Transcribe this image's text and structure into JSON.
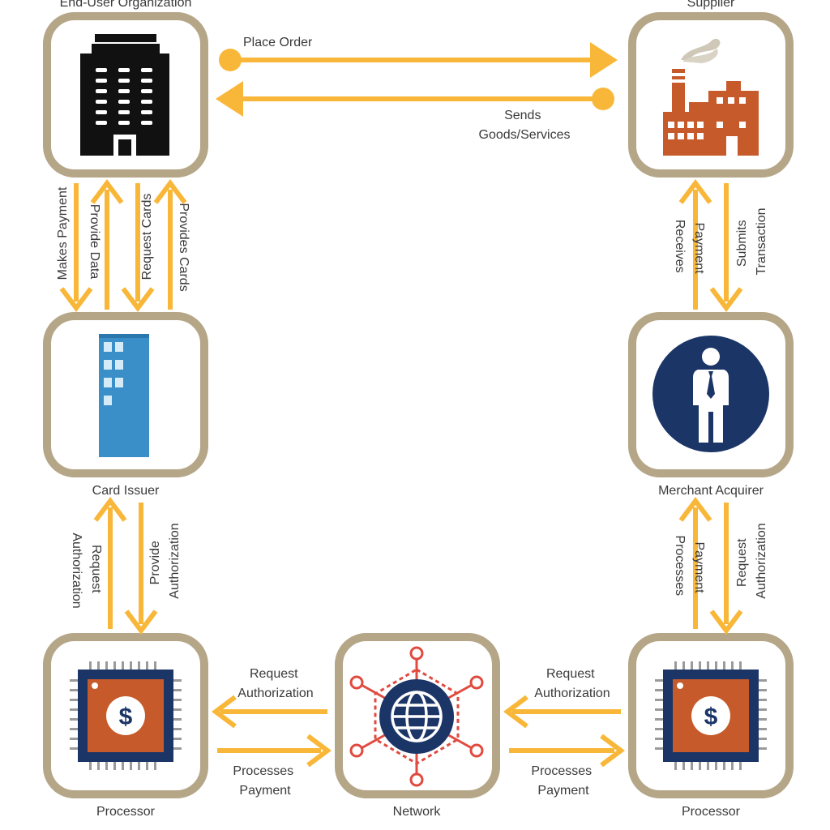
{
  "colors": {
    "frame": "#b5a688",
    "arrow": "#f9b739",
    "navy": "#1b3567",
    "blue": "#3b8fc8",
    "orange": "#c65a2a",
    "red": "#e04a3f",
    "black": "#111111"
  },
  "nodes": {
    "end_user": {
      "label": "End-User Organization",
      "icon": "office-building-icon"
    },
    "supplier": {
      "label": "Supplier",
      "icon": "factory-icon"
    },
    "card_issuer": {
      "label": "Card Issuer",
      "icon": "card-icon"
    },
    "merchant_acquirer": {
      "label": "Merchant Acquirer",
      "icon": "businessman-icon"
    },
    "processor_left": {
      "label": "Processor",
      "icon": "chip-dollar-icon"
    },
    "network": {
      "label": "Network",
      "icon": "globe-network-icon"
    },
    "processor_right": {
      "label": "Processor",
      "icon": "chip-dollar-icon"
    }
  },
  "flows": {
    "place_order": "Place Order",
    "sends_goods": [
      "Sends",
      "Goods/Services"
    ],
    "makes_payment": "Makes Payment",
    "provide_data": "Provide Data",
    "request_cards": "Request Cards",
    "provides_cards": "Provides Cards",
    "receives_payment": [
      "Receives",
      "Payment"
    ],
    "submits_transaction": [
      "Submits",
      "Transaction"
    ],
    "issuer_request_auth": [
      "Request",
      "Authorization"
    ],
    "issuer_provide_auth": [
      "Provide",
      "Authorization"
    ],
    "acquirer_processes_payment": [
      "Processes",
      "Payment"
    ],
    "acquirer_request_auth": [
      "Request",
      "Authorization"
    ],
    "left_request_auth": [
      "Request",
      "Authorization"
    ],
    "left_processes_payment": [
      "Processes",
      "Payment"
    ],
    "right_request_auth": [
      "Request",
      "Authorization"
    ],
    "right_processes_payment": [
      "Processes",
      "Payment"
    ]
  }
}
